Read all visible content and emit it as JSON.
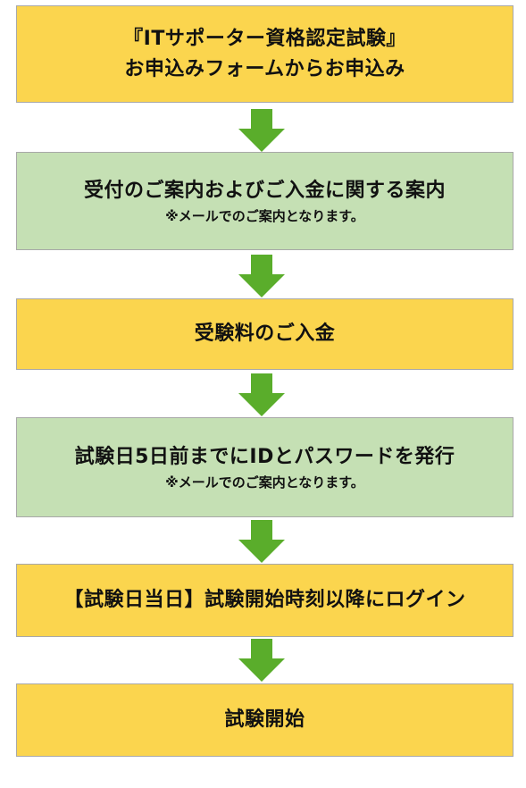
{
  "flow": {
    "step1": {
      "line1": "『ITサポーター資格認定試験』",
      "line2": "お申込みフォームからお申込み"
    },
    "step2": {
      "title": "受付のご案内およびご入金に関する案内",
      "note": "※メールでのご案内となります。"
    },
    "step3": {
      "title": "受験料のご入金"
    },
    "step4": {
      "title": "試験日5日前までにIDとパスワードを発行",
      "note": "※メールでのご案内となります。"
    },
    "step5": {
      "title": "【試験日当日】試験開始時刻以降にログイン"
    },
    "step6": {
      "title": "試験開始"
    }
  },
  "colors": {
    "yellow_box": "#fbd54e",
    "green_box": "#c5e0b4",
    "arrow": "#5aad2b",
    "border": "#a8a8a8"
  }
}
